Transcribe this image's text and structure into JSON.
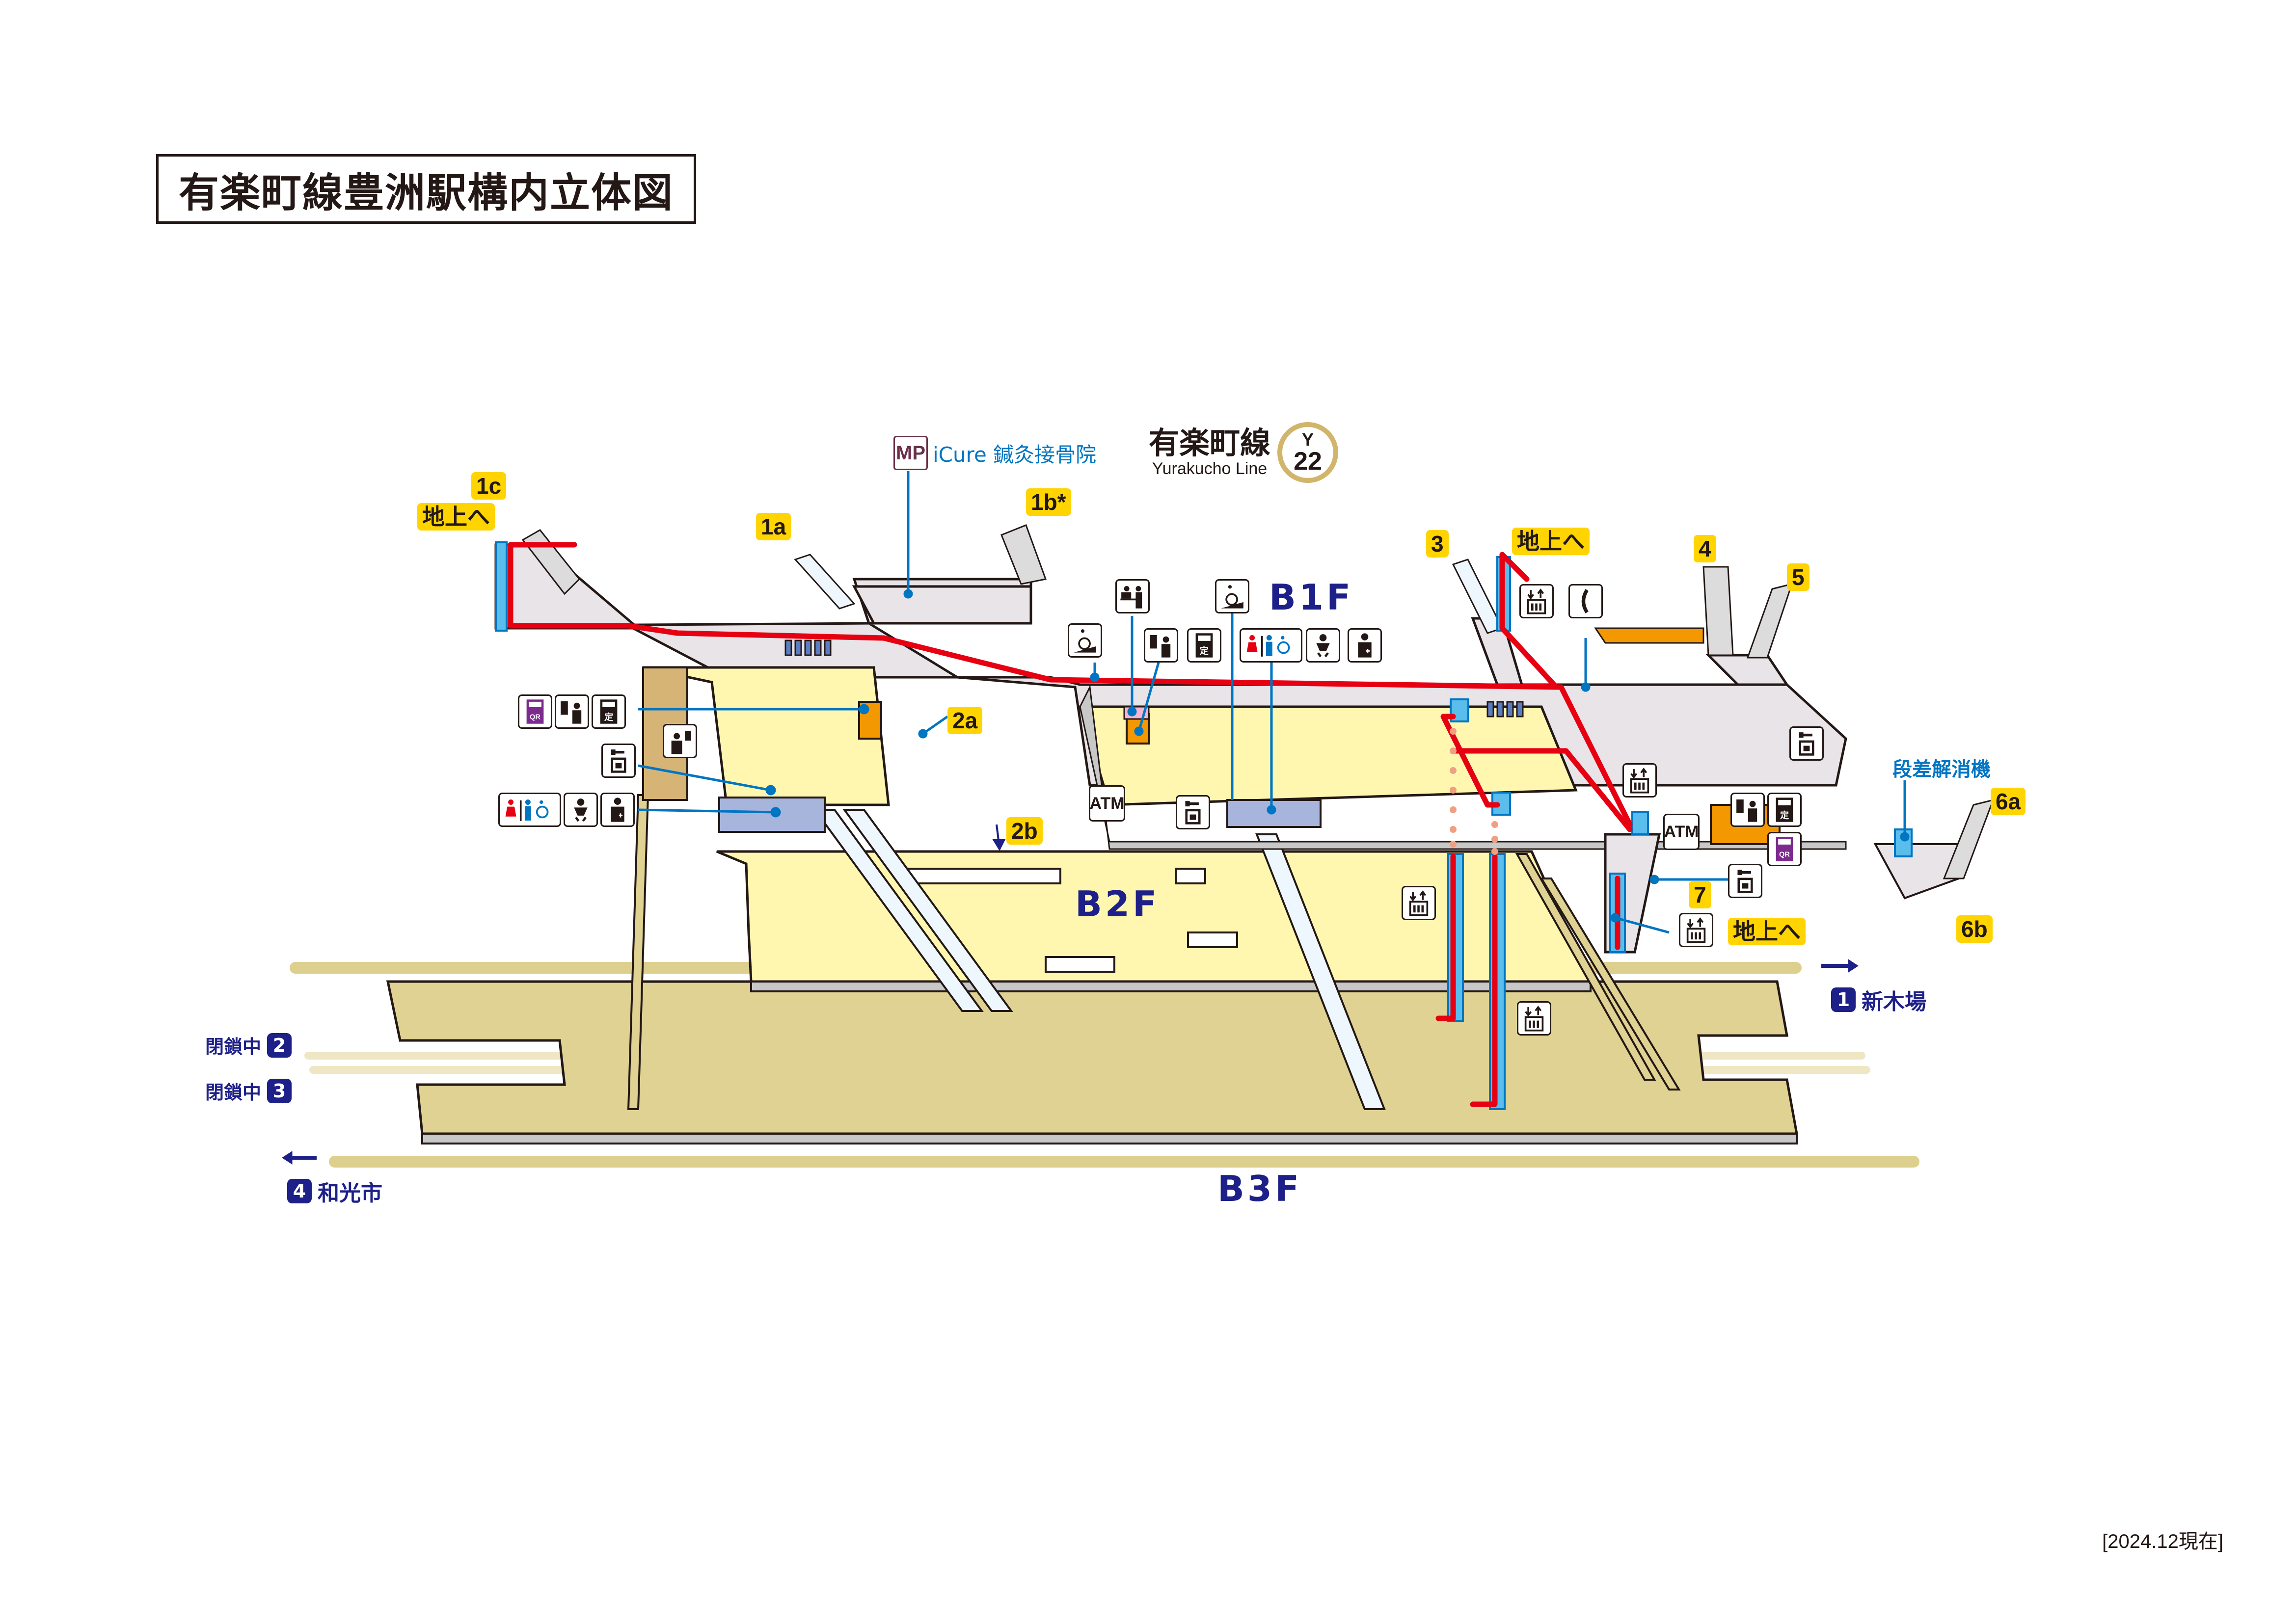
{
  "title": "有楽町線豊洲駅構内立体図",
  "line": {
    "name_jp": "有楽町線",
    "name_en": "Yurakucho Line",
    "code": "Y",
    "number": "22",
    "color": "#d0b56a"
  },
  "shop": {
    "badge": "MP",
    "name": "iCure 鍼灸接骨院"
  },
  "floors": {
    "b1f": "B1F",
    "b2f": "B2F",
    "b3f": "B3F"
  },
  "exits": [
    {
      "id": "1c",
      "label": "1c"
    },
    {
      "id": "1c-ground",
      "label": "地上へ"
    },
    {
      "id": "1a",
      "label": "1a"
    },
    {
      "id": "1b",
      "label": "1b*"
    },
    {
      "id": "2a",
      "label": "2a"
    },
    {
      "id": "2b",
      "label": "2b"
    },
    {
      "id": "3",
      "label": "3"
    },
    {
      "id": "3-ground",
      "label": "地上へ"
    },
    {
      "id": "4",
      "label": "4"
    },
    {
      "id": "5",
      "label": "5"
    },
    {
      "id": "6a",
      "label": "6a"
    },
    {
      "id": "6b",
      "label": "6b"
    },
    {
      "id": "7",
      "label": "7"
    },
    {
      "id": "7-ground",
      "label": "地上へ"
    }
  ],
  "destinations": {
    "track1": {
      "num": "1",
      "label": "新木場",
      "arrow": "→"
    },
    "track4": {
      "num": "4",
      "label": "和光市",
      "arrow": "←"
    },
    "track2": {
      "num": "2",
      "label": "閉鎖中"
    },
    "track3": {
      "num": "3",
      "label": "閉鎖中"
    }
  },
  "facility_note": "段差解消機",
  "atm_label": "ATM",
  "qr_label": "QR",
  "teiki_label": "定",
  "date": "[2024.12現在]",
  "colors": {
    "concourse": "#e9e4e8",
    "b2f_floor": "#fff7b0",
    "platform": "#dfd292",
    "track": "#ddd08e",
    "route": "#e60012",
    "elevator": "#5bbdec",
    "gate": "#5b7dc2",
    "ticket": "#f39800",
    "exit_badge": "#ffd400",
    "floor_label": "#1d2088",
    "leader": "#0075c2"
  }
}
